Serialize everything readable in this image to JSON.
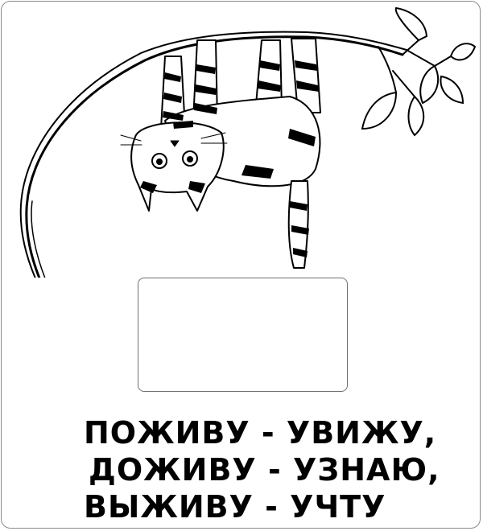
{
  "caption": {
    "line1": "ПОЖИВУ - УВИЖУ,",
    "line2": "ДОЖИВУ - УЗНАЮ,",
    "line3": "ВЫЖИВУ - УЧТУ"
  },
  "colors": {
    "ink": "#000000",
    "background": "#ffffff",
    "frame_border": "#707070"
  },
  "icons": [
    "cat-hanging-illustration",
    "tree-branch-illustration",
    "leaf-icon"
  ]
}
